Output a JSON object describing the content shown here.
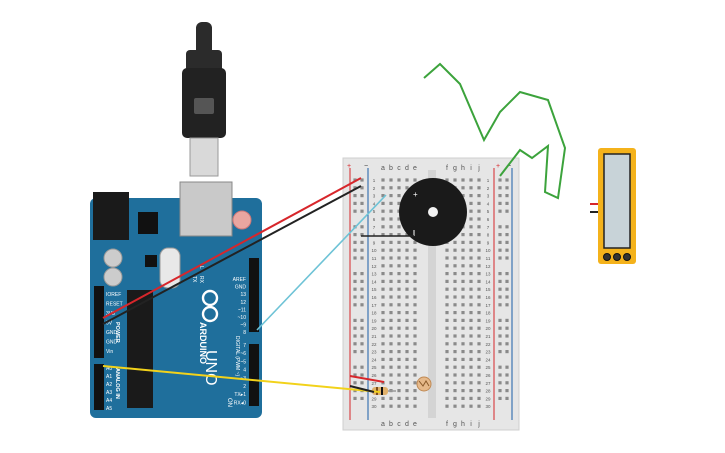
{
  "arduino": {
    "brand": "ARDUINO",
    "model": "UNO",
    "on_label": "ON",
    "tx_label": "TX",
    "rx_label": "RX",
    "l_label": "L",
    "power_title": "POWER",
    "analog_title": "ANALOG IN",
    "digital_title": "DIGITAL (PWM ~)",
    "power_pins": [
      "IOREF",
      "RESET",
      "3V3",
      "5V",
      "GND",
      "GND",
      "Vin"
    ],
    "analog_pins": [
      "A0",
      "A1",
      "A2",
      "A3",
      "A4",
      "A5"
    ],
    "digital_pins_top": [
      "AREF",
      "GND",
      "13",
      "12",
      "~11",
      "~10",
      "~9",
      "8"
    ],
    "digital_pins_bottom": [
      "7",
      "~6",
      "~5",
      "4",
      "~3",
      "2",
      "TX▸1",
      "RX◂0"
    ]
  },
  "breadboard": {
    "columns_left": [
      "a",
      "b",
      "c",
      "d",
      "e"
    ],
    "columns_right": [
      "f",
      "g",
      "h",
      "i",
      "j"
    ],
    "rows": 30,
    "plus": "+",
    "minus": "−"
  },
  "buzzer": {
    "plus": "+"
  },
  "colors": {
    "board": "#1f6f9c",
    "red_wire": "#d7262b",
    "black_wire": "#222222",
    "cyan_wire": "#6ec3d6",
    "yellow_wire": "#f2d21a",
    "green_wire": "#3ca33c",
    "multimeter": "#f4b21b"
  }
}
